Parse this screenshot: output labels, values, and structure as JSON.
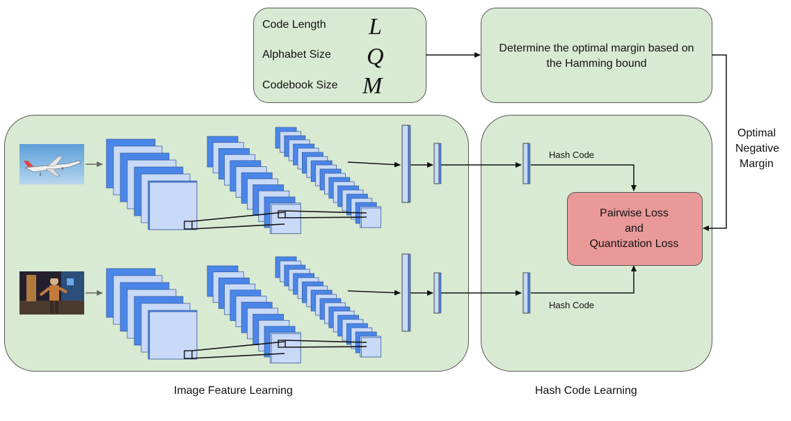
{
  "params": {
    "rows": [
      {
        "label": "Code Length",
        "symbol": "L"
      },
      {
        "label": "Alphabet Size",
        "symbol": "Q"
      },
      {
        "label": "Codebook Size",
        "symbol": "M"
      }
    ]
  },
  "margin_box": {
    "text": "Determine the optimal margin based on the Hamming bound"
  },
  "side_label": {
    "line1": "Optimal",
    "line2": "Negative",
    "line3": "Margin"
  },
  "hash_code_top": "Hash Code",
  "hash_code_bottom": "Hash Code",
  "loss_box": {
    "line1": "Pairwise Loss",
    "line2": "and",
    "line3": "Quantization Loss"
  },
  "captions": {
    "left": "Image Feature Learning",
    "right": "Hash Code Learning"
  },
  "colors": {
    "panel_fill": "#d9ead3",
    "loss_fill": "#ea9999",
    "feature_blue": "#4a86e8",
    "feature_light": "#c9daf8"
  },
  "images": {
    "top": "airplane-photo",
    "bottom": "street-performer-photo"
  }
}
